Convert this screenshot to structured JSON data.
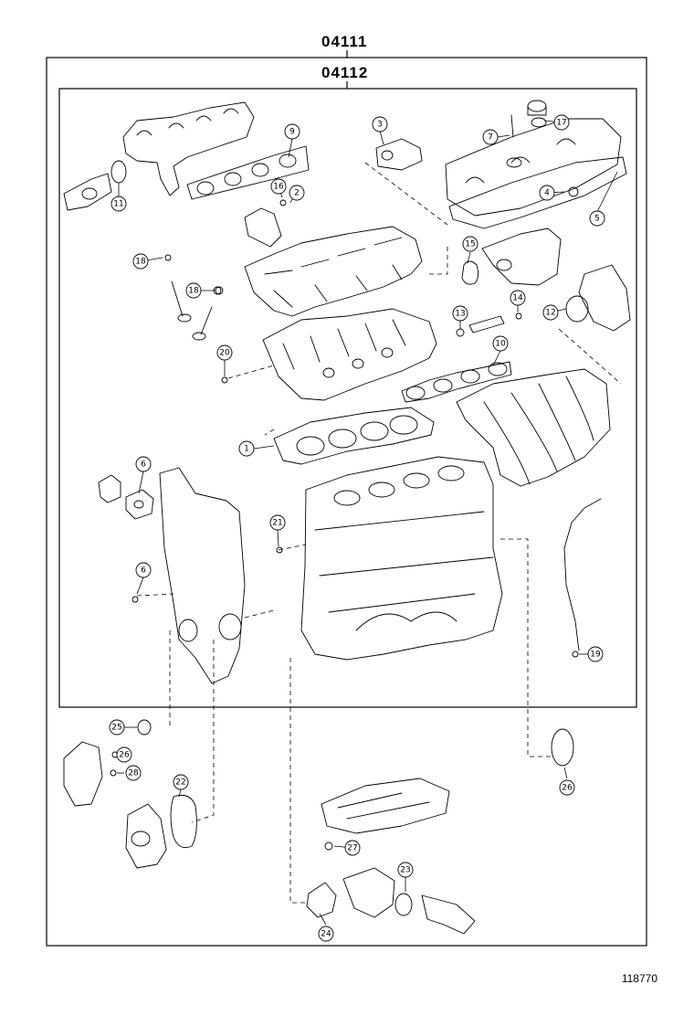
{
  "headers": {
    "outer_kit": "04111",
    "inner_kit": "04112"
  },
  "figure_number": "118770",
  "callouts": [
    {
      "id": "c1",
      "num": "1"
    },
    {
      "id": "c2",
      "num": "2"
    },
    {
      "id": "c3",
      "num": "3"
    },
    {
      "id": "c4",
      "num": "4"
    },
    {
      "id": "c5",
      "num": "5"
    },
    {
      "id": "c6a",
      "num": "6"
    },
    {
      "id": "c6b",
      "num": "6"
    },
    {
      "id": "c7",
      "num": "7"
    },
    {
      "id": "c9",
      "num": "9"
    },
    {
      "id": "c10",
      "num": "10"
    },
    {
      "id": "c11",
      "num": "11"
    },
    {
      "id": "c12",
      "num": "12"
    },
    {
      "id": "c13",
      "num": "13"
    },
    {
      "id": "c14",
      "num": "14"
    },
    {
      "id": "c15",
      "num": "15"
    },
    {
      "id": "c16",
      "num": "16"
    },
    {
      "id": "c17",
      "num": "17"
    },
    {
      "id": "c18a",
      "num": "18"
    },
    {
      "id": "c18b",
      "num": "18"
    },
    {
      "id": "c19",
      "num": "19"
    },
    {
      "id": "c20",
      "num": "20"
    },
    {
      "id": "c21",
      "num": "21"
    },
    {
      "id": "c22",
      "num": "22"
    },
    {
      "id": "c23",
      "num": "23"
    },
    {
      "id": "c24",
      "num": "24"
    },
    {
      "id": "c25",
      "num": "25"
    },
    {
      "id": "c26a",
      "num": "26"
    },
    {
      "id": "c26b",
      "num": "26"
    },
    {
      "id": "c27",
      "num": "27"
    },
    {
      "id": "c28",
      "num": "28"
    }
  ]
}
